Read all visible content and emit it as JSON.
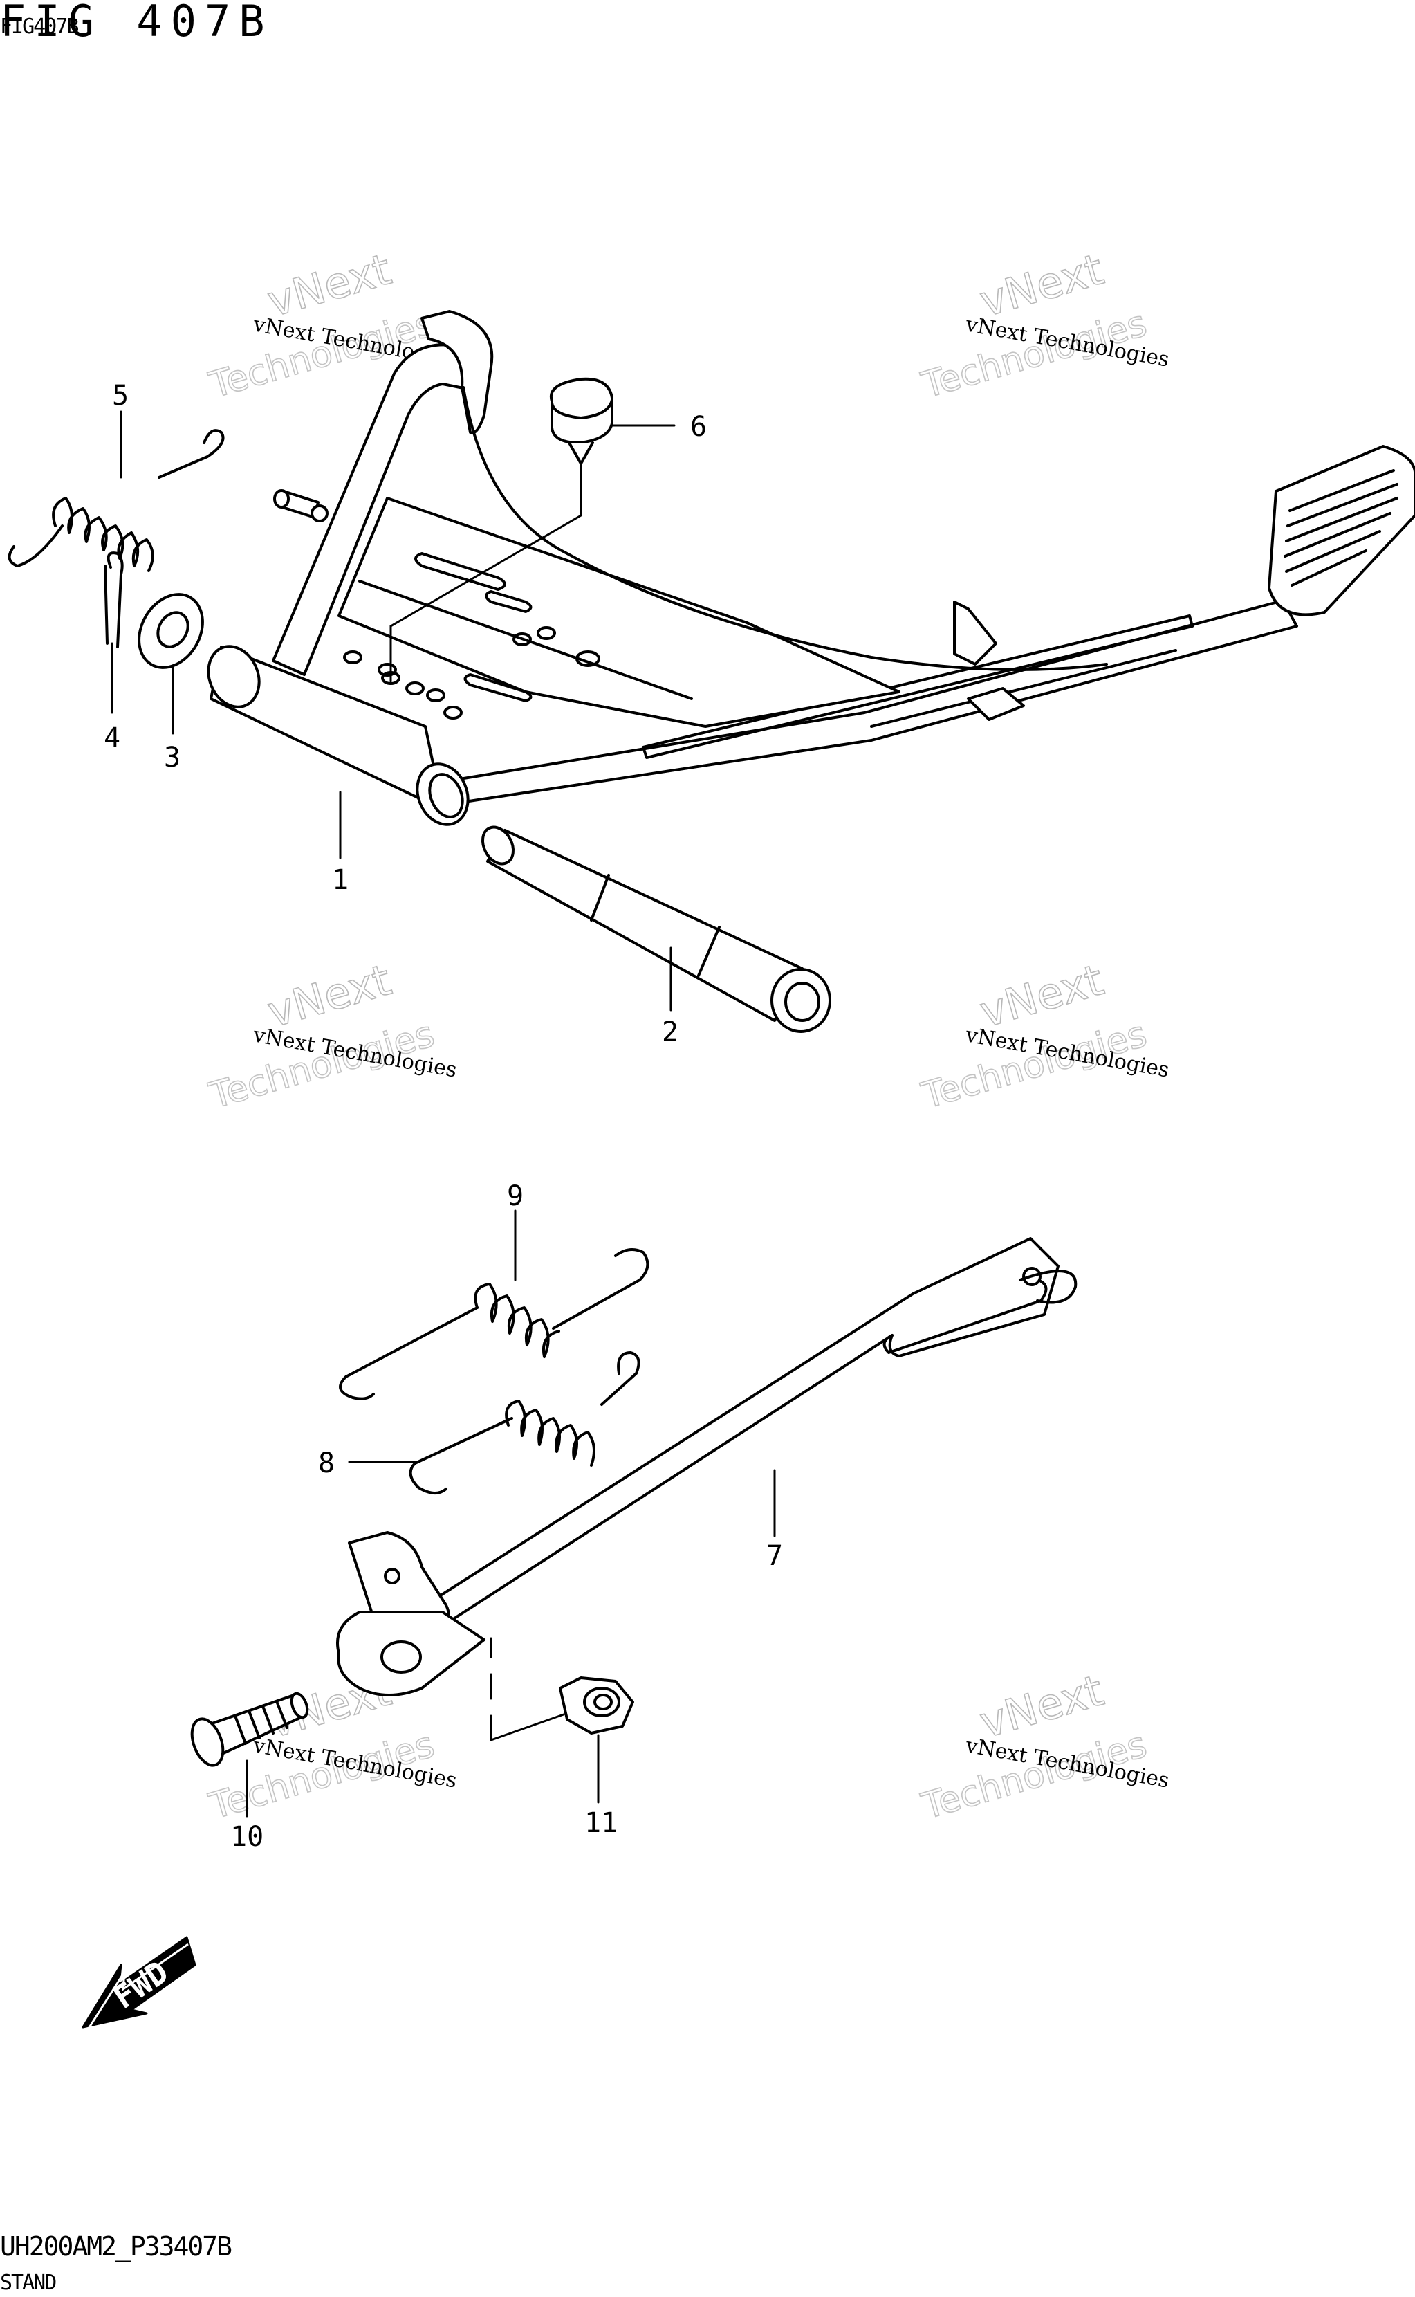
{
  "figure": {
    "title": "FIG 407B",
    "small_code": "FIG407B",
    "footer_code": "UH200AM2_P33407B",
    "footer_name": "STAND"
  },
  "watermark": {
    "line1": "vNext Technologies",
    "line2": "vNext",
    "line3": "Technologies"
  },
  "callouts": [
    "1",
    "2",
    "3",
    "4",
    "5",
    "6",
    "7",
    "8",
    "9",
    "10",
    "11"
  ],
  "fwd": {
    "label": "FWD"
  }
}
